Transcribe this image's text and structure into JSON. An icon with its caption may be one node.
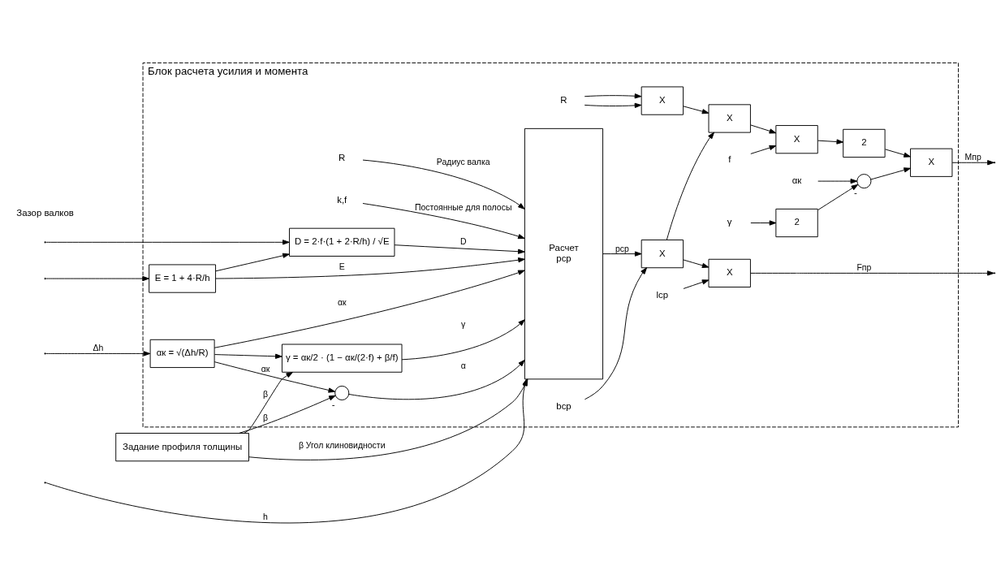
{
  "diagram": {
    "nodes": [
      {
        "text": [
          "Блок расчета усилия и момента"
        ]
      },
      {
        "text": [
          "Задание профиля толщины"
        ]
      },
      {
        "text": [
          "R"
        ],
        "in": 0
      },
      {
        "text": [
          "k,f"
        ],
        "in": 0
      },
      {
        "text": [
          "γ = αк/2 · (1 − αк/(2·f) + β/f)"
        ],
        "in": 0
      },
      {
        "text": [],
        "shape": "circle",
        "in": 0,
        "beside": [
          "-"
        ]
      },
      {
        "text": [
          "αк = √(Δh/R)"
        ],
        "in": 0
      },
      {
        "text": [
          "E = 1 + 4·R/h"
        ],
        "in": 0
      },
      {
        "text": [
          "D = 2·f·(1 + 2·R/h) / √E"
        ],
        "in": 0
      },
      {
        "text": [
          "Расчет",
          "pср"
        ],
        "in": 0
      },
      {
        "text": [
          "X"
        ],
        "in": 0
      },
      {
        "text": [
          "X"
        ],
        "in": 0
      },
      {
        "text": [
          "bср"
        ],
        "in": 0
      },
      {
        "text": [
          "lср"
        ],
        "in": 0
      },
      {
        "text": [
          "X"
        ],
        "in": 0
      },
      {
        "text": [
          "X"
        ],
        "in": 0
      },
      {
        "text": [
          "2"
        ],
        "in": 0
      },
      {
        "text": [
          "X"
        ],
        "in": 0
      },
      {
        "text": [
          "X"
        ],
        "in": 0
      },
      {
        "text": [
          "f"
        ],
        "in": 0
      },
      {
        "text": [],
        "shape": "circle",
        "in": 0,
        "beside": [
          "-"
        ]
      },
      {
        "text": [
          "αк"
        ],
        "in": 0
      },
      {
        "text": [
          "R"
        ],
        "in": 0
      },
      {
        "text": [
          "2"
        ],
        "in": 0
      },
      {
        "text": [
          "γ"
        ],
        "in": 0
      }
    ],
    "edges": [
      {
        "from": 2,
        "to": 9,
        "arrow": "to",
        "label": "Радиус валка"
      },
      {
        "from": 3,
        "to": 9,
        "arrow": "to",
        "label": "Постоянные для полосы"
      },
      {
        "from": 1,
        "to": 9,
        "arrow": "to",
        "label": "β Угол клиновидности"
      },
      {
        "from": 1,
        "to": 4,
        "arrow": "to",
        "label": "β"
      },
      {
        "from": 4,
        "to": 9,
        "arrow": "to",
        "label": "γ"
      },
      {
        "from": 1,
        "to": 5,
        "arrow": "to",
        "label": "β"
      },
      {
        "from": 6,
        "to": 5,
        "arrow": "to",
        "label": "αк"
      },
      {
        "from": 6,
        "to": 4,
        "arrow": "to"
      },
      {
        "from": 5,
        "to": 9,
        "arrow": "to",
        "label": "α"
      },
      {
        "from": null,
        "to": 6,
        "arrow": "to",
        "label": "Δh"
      },
      {
        "from": 6,
        "to": 9,
        "arrow": "to",
        "label": "αк"
      },
      {
        "from": null,
        "to": 9,
        "arrow": "to",
        "label": "h"
      },
      {
        "from": null,
        "to": 7,
        "arrow": "to"
      },
      {
        "from": null,
        "to": 8,
        "arrow": "to"
      },
      {
        "from": 7,
        "to": 9,
        "arrow": "to",
        "label": "E"
      },
      {
        "from": 7,
        "to": 8,
        "arrow": "to"
      },
      {
        "from": 8,
        "to": 9,
        "arrow": "to",
        "label": "D"
      },
      {
        "from": 9,
        "to": 10,
        "arrow": "to",
        "label": "pср"
      },
      {
        "from": 12,
        "to": 10,
        "arrow": "to"
      },
      {
        "from": 10,
        "to": 11,
        "arrow": "to"
      },
      {
        "from": 13,
        "to": 11,
        "arrow": "to"
      },
      {
        "from": 11,
        "to": null,
        "arrow": "to",
        "label": "Fпр"
      },
      {
        "from": 10,
        "to": 14,
        "arrow": "to"
      },
      {
        "from": 14,
        "to": 15,
        "arrow": "to"
      },
      {
        "from": 19,
        "to": 15,
        "arrow": "to"
      },
      {
        "from": 15,
        "to": 16,
        "arrow": "to"
      },
      {
        "from": 16,
        "to": 17,
        "arrow": "to"
      },
      {
        "from": 17,
        "to": null,
        "arrow": "to",
        "label": "Mпр"
      },
      {
        "from": 18,
        "to": 14,
        "arrow": "to"
      },
      {
        "from": 22,
        "to": 18,
        "arrow": "to"
      },
      {
        "from": 22,
        "to": 18,
        "arrow": "to"
      },
      {
        "from": 21,
        "to": 20,
        "arrow": "to"
      },
      {
        "from": 20,
        "to": 17,
        "arrow": "to"
      },
      {
        "from": 23,
        "to": 20,
        "arrow": "to"
      },
      {
        "from": 24,
        "to": 23,
        "arrow": "to"
      }
    ],
    "labels": [
      "Зазор валков"
    ]
  }
}
